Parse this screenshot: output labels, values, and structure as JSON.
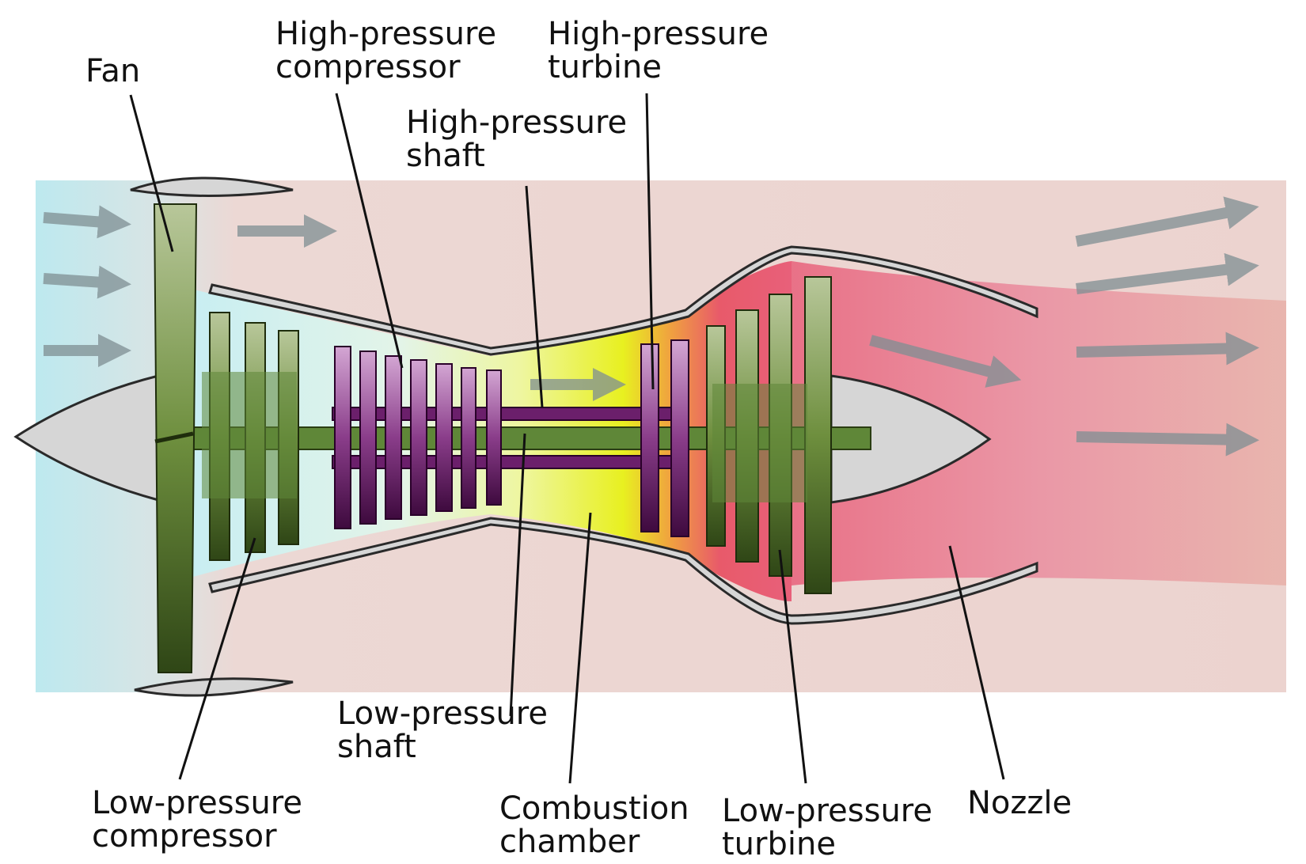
{
  "labels": {
    "fan": "Fan",
    "hp_compressor": [
      "High-pressure",
      "compressor"
    ],
    "hp_turbine": [
      "High-pressure",
      "turbine"
    ],
    "hp_shaft": [
      "High-pressure",
      "shaft"
    ],
    "lp_shaft": [
      "Low-pressure",
      "shaft"
    ],
    "lp_compressor": [
      "Low-pressure",
      "compressor"
    ],
    "combustion_chamber": [
      "Combustion",
      "chamber"
    ],
    "lp_turbine": [
      "Low-pressure",
      "turbine"
    ],
    "nozzle": "Nozzle"
  },
  "colors": {
    "intake_air": "#bfe9ee",
    "bypass_air": "#ecd3cf",
    "core_cold": "#d6f2ee",
    "combustion": "#e6f23a",
    "exhaust_hot": "#e9556b",
    "casing": "#d6d6d6",
    "fan_blade_light": "#b8c79a",
    "fan_blade_dark": "#334a1a",
    "hp_blade_light": "#c995c9",
    "hp_blade_dark": "#4c0f4c",
    "lp_shaft": "#5f8738",
    "hp_shaft": "#6b1f6b",
    "flow_arrow": "#7f8f93"
  }
}
